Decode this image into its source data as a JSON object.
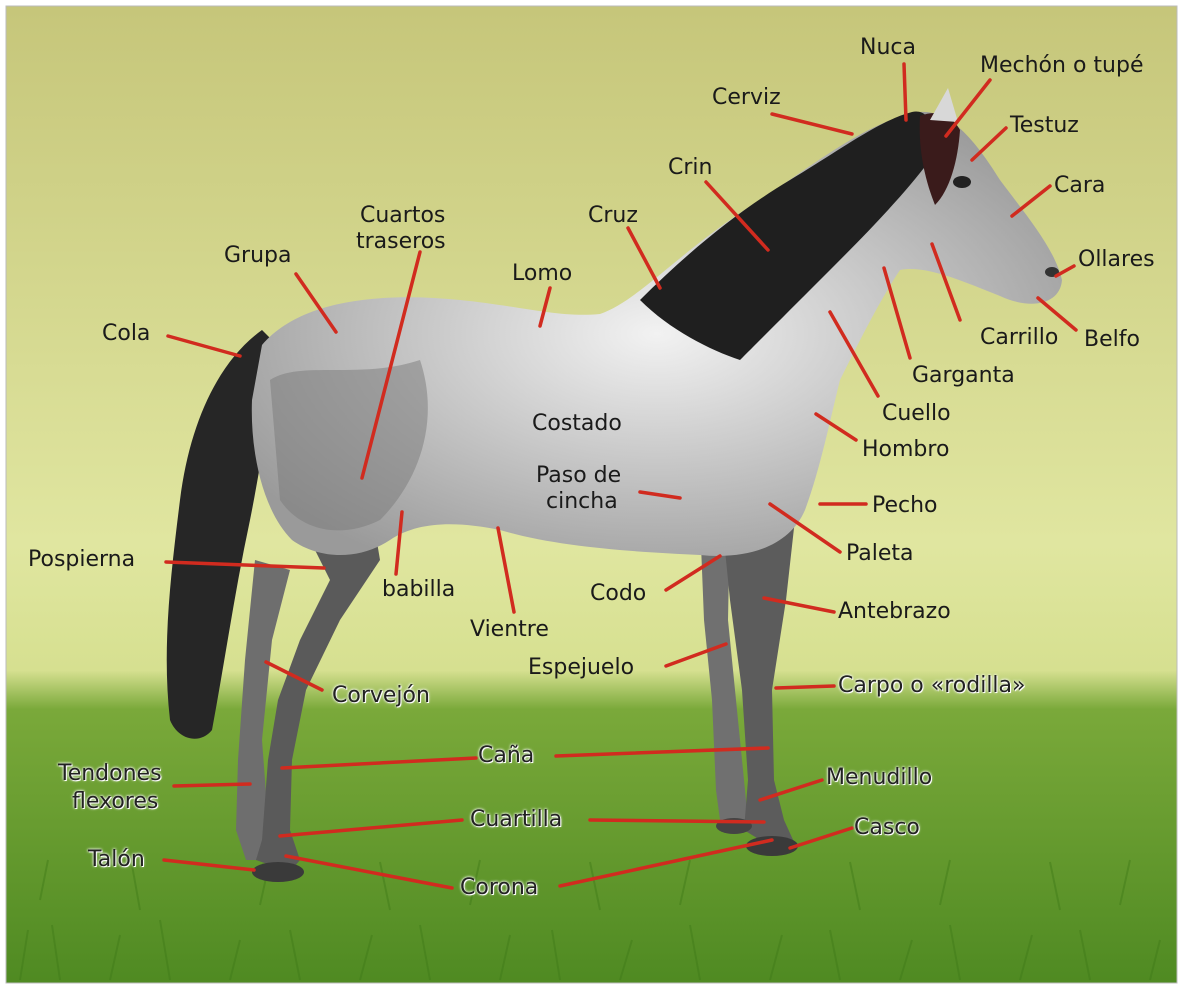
{
  "colors": {
    "leader": "#d12b1f",
    "sky_top": "#c9c97a",
    "sky_bottom": "#e3e8a4",
    "grass": "#5f9a2a",
    "horse_coat": "#e4e4e4",
    "horse_dapple": "#8a8a8a",
    "mane": "#1f1f1f"
  },
  "labels": {
    "nuca": "Nuca",
    "mechon": "Mechón o tupé",
    "cerviz": "Cerviz",
    "testuz": "Testuz",
    "crin": "Crin",
    "cara": "Cara",
    "cruz": "Cruz",
    "ollares": "Ollares",
    "cuartos": "Cuartos",
    "traseros": "traseros",
    "grupa": "Grupa",
    "lomo": "Lomo",
    "carrillo": "Carrillo",
    "belfo": "Belfo",
    "cola": "Cola",
    "garganta": "Garganta",
    "cuello": "Cuello",
    "costado": "Costado",
    "hombro": "Hombro",
    "paso_de": "Paso de",
    "cincha": "cincha",
    "pecho": "Pecho",
    "pospierna": "Pospierna",
    "paleta": "Paleta",
    "babilla": "babilla",
    "codo": "Codo",
    "antebrazo": "Antebrazo",
    "vientre": "Vientre",
    "espejuelo": "Espejuelo",
    "corvejon": "Corvejón",
    "carpo": "Carpo o «rodilla»",
    "cana": "Caña",
    "tendones": "Tendones",
    "flexores": "flexores",
    "menudillo": "Menudillo",
    "cuartilla": "Cuartilla",
    "casco": "Casco",
    "talon": "Talón",
    "corona": "Corona"
  }
}
